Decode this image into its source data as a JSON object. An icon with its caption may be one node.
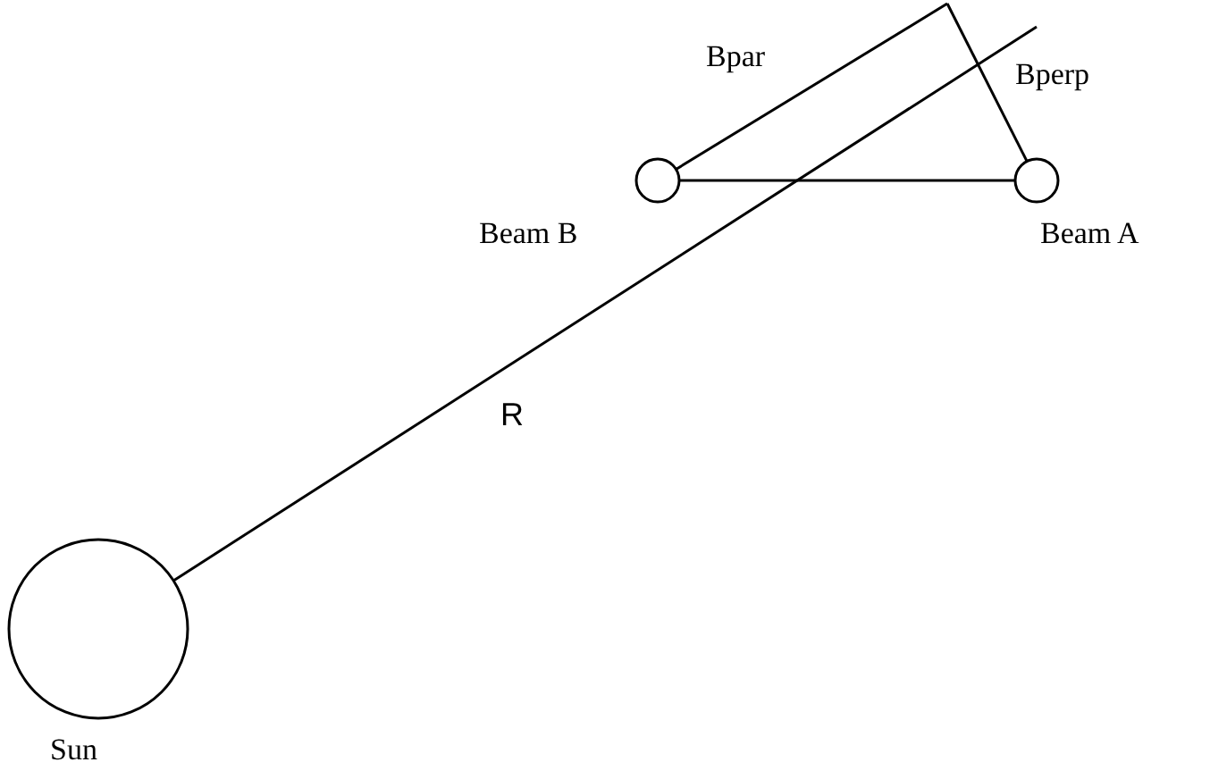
{
  "diagram": {
    "nodes": [
      {
        "text": [
          "Beam B"
        ]
      },
      {
        "text": [
          "Beam A"
        ]
      },
      {
        "text": [
          "Sun"
        ]
      }
    ],
    "edges": [
      {
        "from": 0,
        "to": 1,
        "arrow": "none"
      },
      {
        "from": 0,
        "to": null,
        "label": "Bpar",
        "arrow": "none"
      },
      {
        "from": 1,
        "to": null,
        "label": "Bperp",
        "arrow": "none"
      },
      {
        "from": 2,
        "to": null,
        "label": "R",
        "arrow": "none"
      }
    ]
  }
}
